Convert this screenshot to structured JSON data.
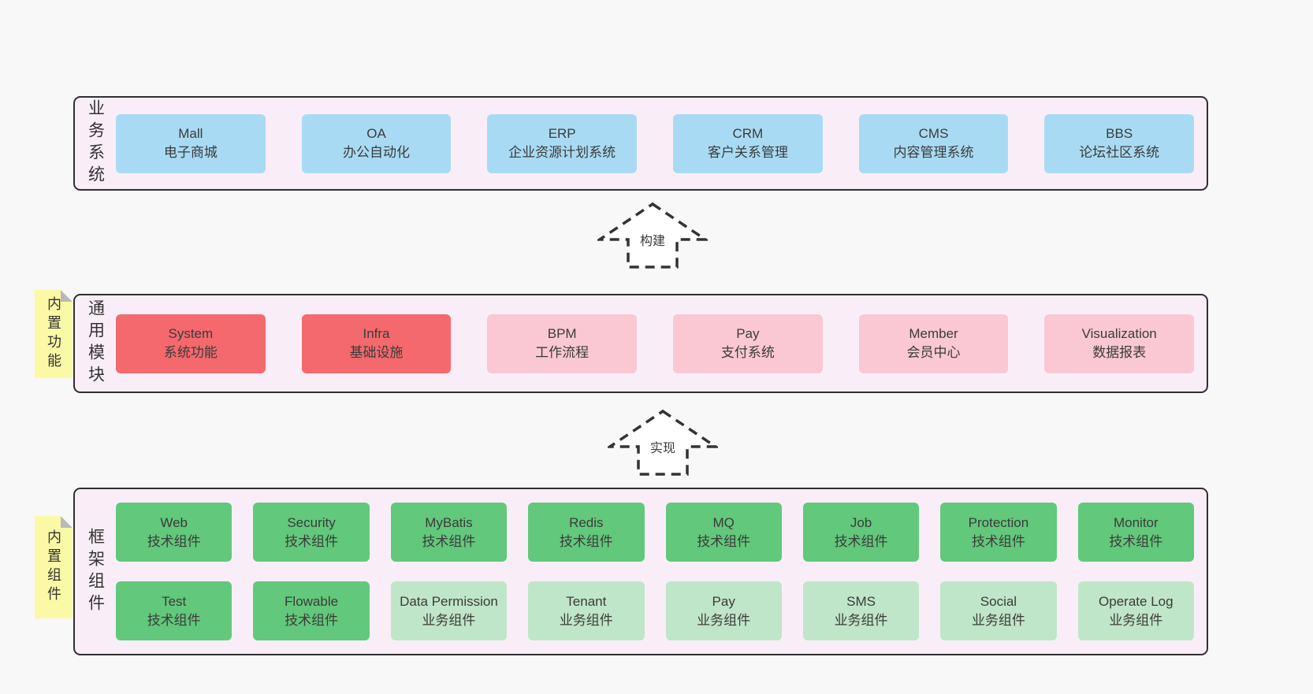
{
  "palette": {
    "page_bg": "#f8f8f8",
    "layer_bg": "#f9eef8",
    "layer_border": "#303030",
    "blue": "#a8dbf3",
    "red": "#f4696e",
    "pink": "#f9c8d2",
    "green_dark": "#62c87b",
    "green_light": "#bfe6c8",
    "note_bg": "#fafaa6",
    "note_fold": "#b9b9b9",
    "text": "#3b3b3b"
  },
  "layers": [
    {
      "label": "业务系统",
      "rows": [
        [
          {
            "title": "Mall",
            "subtitle": "电子商城",
            "variant": "blue"
          },
          {
            "title": "OA",
            "subtitle": "办公自动化",
            "variant": "blue"
          },
          {
            "title": "ERP",
            "subtitle": "企业资源计划系统",
            "variant": "blue"
          },
          {
            "title": "CRM",
            "subtitle": "客户关系管理",
            "variant": "blue"
          },
          {
            "title": "CMS",
            "subtitle": "内容管理系统",
            "variant": "blue"
          },
          {
            "title": "BBS",
            "subtitle": "论坛社区系统",
            "variant": "blue"
          }
        ]
      ]
    },
    {
      "label": "通用模块",
      "note": "内置功能",
      "rows": [
        [
          {
            "title": "System",
            "subtitle": "系统功能",
            "variant": "red"
          },
          {
            "title": "Infra",
            "subtitle": "基础设施",
            "variant": "red"
          },
          {
            "title": "BPM",
            "subtitle": "工作流程",
            "variant": "pink"
          },
          {
            "title": "Pay",
            "subtitle": "支付系统",
            "variant": "pink"
          },
          {
            "title": "Member",
            "subtitle": "会员中心",
            "variant": "pink"
          },
          {
            "title": "Visualization",
            "subtitle": "数据报表",
            "variant": "pink"
          }
        ]
      ]
    },
    {
      "label": "框架组件",
      "note": "内置组件",
      "rows": [
        [
          {
            "title": "Web",
            "subtitle": "技术组件",
            "variant": "green"
          },
          {
            "title": "Security",
            "subtitle": "技术组件",
            "variant": "green"
          },
          {
            "title": "MyBatis",
            "subtitle": "技术组件",
            "variant": "green"
          },
          {
            "title": "Redis",
            "subtitle": "技术组件",
            "variant": "green"
          },
          {
            "title": "MQ",
            "subtitle": "技术组件",
            "variant": "green"
          },
          {
            "title": "Job",
            "subtitle": "技术组件",
            "variant": "green"
          },
          {
            "title": "Protection",
            "subtitle": "技术组件",
            "variant": "green"
          },
          {
            "title": "Monitor",
            "subtitle": "技术组件",
            "variant": "green"
          }
        ],
        [
          {
            "title": "Test",
            "subtitle": "技术组件",
            "variant": "green"
          },
          {
            "title": "Flowable",
            "subtitle": "技术组件",
            "variant": "green"
          },
          {
            "title": "Data Permission",
            "subtitle": "业务组件",
            "variant": "lgreen"
          },
          {
            "title": "Tenant",
            "subtitle": "业务组件",
            "variant": "lgreen"
          },
          {
            "title": "Pay",
            "subtitle": "业务组件",
            "variant": "lgreen"
          },
          {
            "title": "SMS",
            "subtitle": "业务组件",
            "variant": "lgreen"
          },
          {
            "title": "Social",
            "subtitle": "业务组件",
            "variant": "lgreen"
          },
          {
            "title": "Operate Log",
            "subtitle": "业务组件",
            "variant": "lgreen"
          }
        ]
      ]
    }
  ],
  "arrows": [
    {
      "label": "构建"
    },
    {
      "label": "实现"
    }
  ]
}
